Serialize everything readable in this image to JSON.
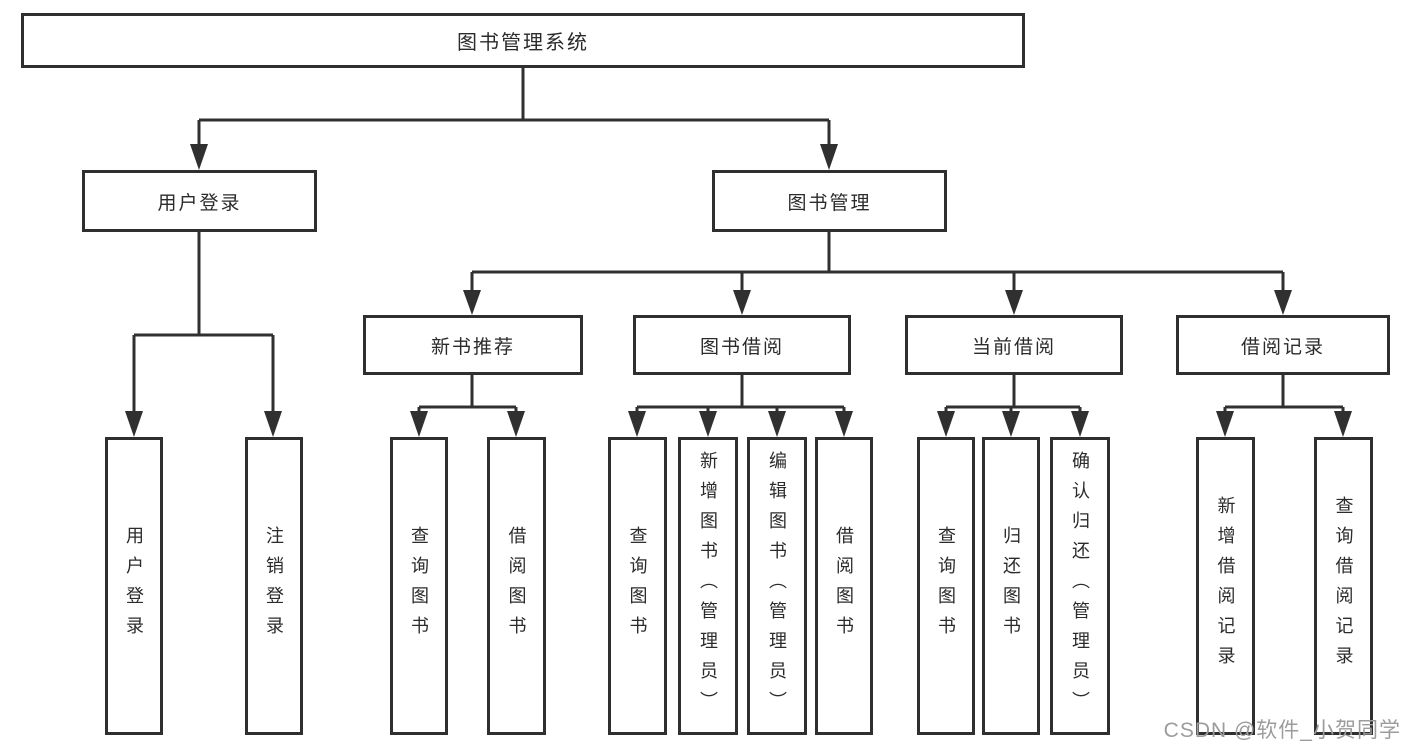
{
  "colors": {
    "line": "#303030",
    "box_border": "#2f2f2f",
    "text": "#2b2b2b",
    "watermark": "#9c9c9c",
    "background": "#ffffff"
  },
  "watermark": "CSDN @软件_小贺同学",
  "tree": {
    "label": "图书管理系统",
    "children": [
      {
        "label": "用户登录",
        "children": [
          {
            "label": "用户登录"
          },
          {
            "label": "注销登录"
          }
        ]
      },
      {
        "label": "图书管理",
        "children": [
          {
            "label": "新书推荐",
            "children": [
              {
                "label": "查询图书"
              },
              {
                "label": "借阅图书"
              }
            ]
          },
          {
            "label": "图书借阅",
            "children": [
              {
                "label": "查询图书"
              },
              {
                "label": "新增图书（管理员）"
              },
              {
                "label": "编辑图书（管理员）"
              },
              {
                "label": "借阅图书"
              }
            ]
          },
          {
            "label": "当前借阅",
            "children": [
              {
                "label": "查询图书"
              },
              {
                "label": "归还图书"
              },
              {
                "label": "确认归还（管理员）"
              }
            ]
          },
          {
            "label": "借阅记录",
            "children": [
              {
                "label": "新增借阅记录"
              },
              {
                "label": "查询借阅记录"
              }
            ]
          }
        ]
      }
    ]
  }
}
